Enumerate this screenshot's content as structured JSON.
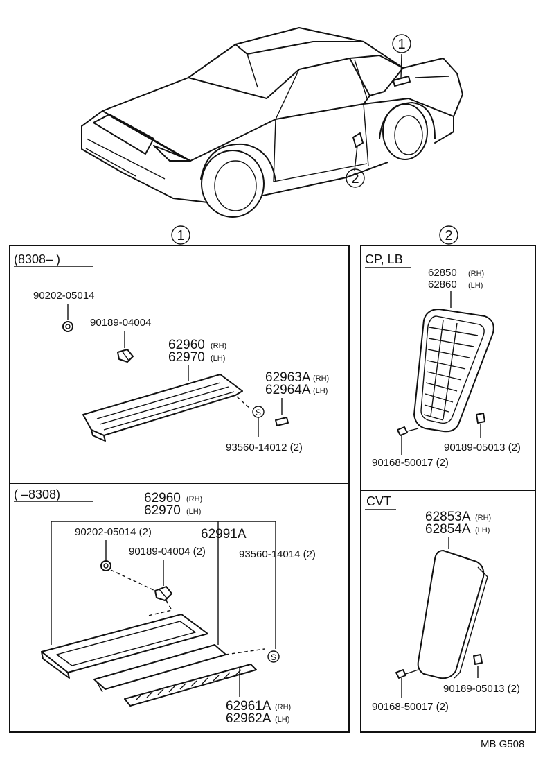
{
  "callouts": {
    "one": "1",
    "two": "2"
  },
  "section1": {
    "new_label": "(8308–       )",
    "old_label": "(        –8308)",
    "new": {
      "nut": "90202-05014",
      "clip": "90189-04004",
      "panel_rh": "62960",
      "panel_lh": "62970",
      "rh": "(RH)",
      "lh": "(LH)",
      "retainer_rh": "62963A",
      "retainer_lh": "62964A",
      "screw": "93560-14012 (2)",
      "screw_symbol": "S"
    },
    "old": {
      "panel_rh": "62960",
      "panel_lh": "62970",
      "rh": "(RH)",
      "lh": "(LH)",
      "nut": "90202-05014 (2)",
      "clip": "90189-04004 (2)",
      "grille": "62991A",
      "screw": "93560-14014 (2)",
      "louver_rh": "62961A",
      "louver_lh": "62962A",
      "screw_symbol": "S"
    }
  },
  "section2": {
    "cp": {
      "label": "CP, LB",
      "part_rh": "62850",
      "part_lh": "62860",
      "rh": "(RH)",
      "lh": "(LH)",
      "clip": "90189-05013 (2)",
      "screw": "90168-50017 (2)"
    },
    "cvt": {
      "label": "CVT",
      "part_rh": "62853A",
      "part_lh": "62854A",
      "rh": "(RH)",
      "lh": "(LH)",
      "clip": "90189-05013 (2)",
      "screw": "90168-50017 (2)"
    }
  },
  "footer": {
    "code": "MB  G508"
  }
}
